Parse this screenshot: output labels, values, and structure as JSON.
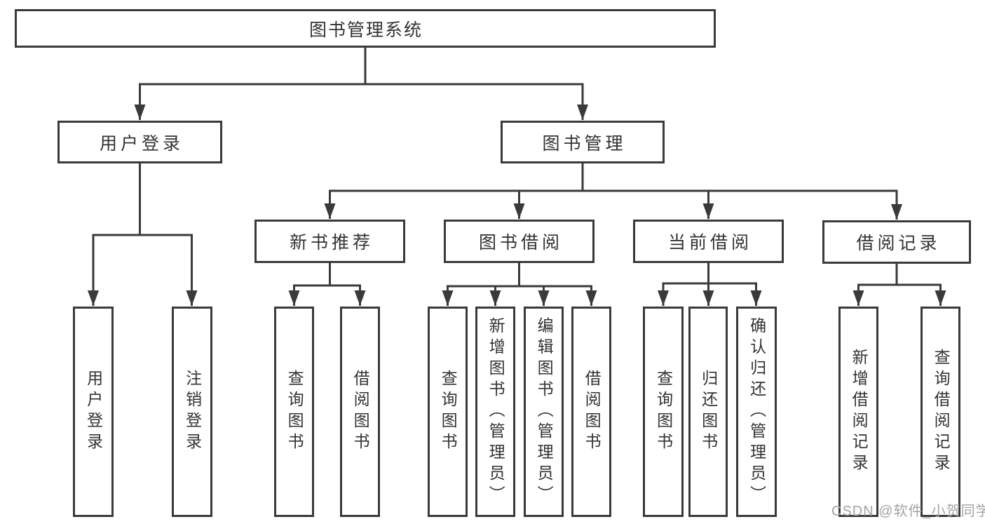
{
  "diagram": {
    "title": "图书管理系统",
    "branches": [
      {
        "label": "用户登录",
        "children": [
          {
            "label": "用户登录"
          },
          {
            "label": "注销登录"
          }
        ]
      },
      {
        "label": "图书管理",
        "children": [
          {
            "label": "新书推荐",
            "children": [
              {
                "label": "查询图书"
              },
              {
                "label": "借阅图书"
              }
            ]
          },
          {
            "label": "图书借阅",
            "children": [
              {
                "label": "查询图书"
              },
              {
                "label": "新增图书（管理员）"
              },
              {
                "label": "编辑图书（管理员）"
              },
              {
                "label": "借阅图书"
              }
            ]
          },
          {
            "label": "当前借阅",
            "children": [
              {
                "label": "查询图书"
              },
              {
                "label": "归还图书"
              },
              {
                "label": "确认归还（管理员）"
              }
            ]
          },
          {
            "label": "借阅记录",
            "children": [
              {
                "label": "新增借阅记录"
              },
              {
                "label": "查询借阅记录"
              }
            ]
          }
        ]
      }
    ]
  },
  "watermark": {
    "text": "CSDN @软件_小贺同学"
  },
  "colors": {
    "line": "#3a3a3a",
    "text": "#333333",
    "watermark": "#a3a3a3"
  }
}
